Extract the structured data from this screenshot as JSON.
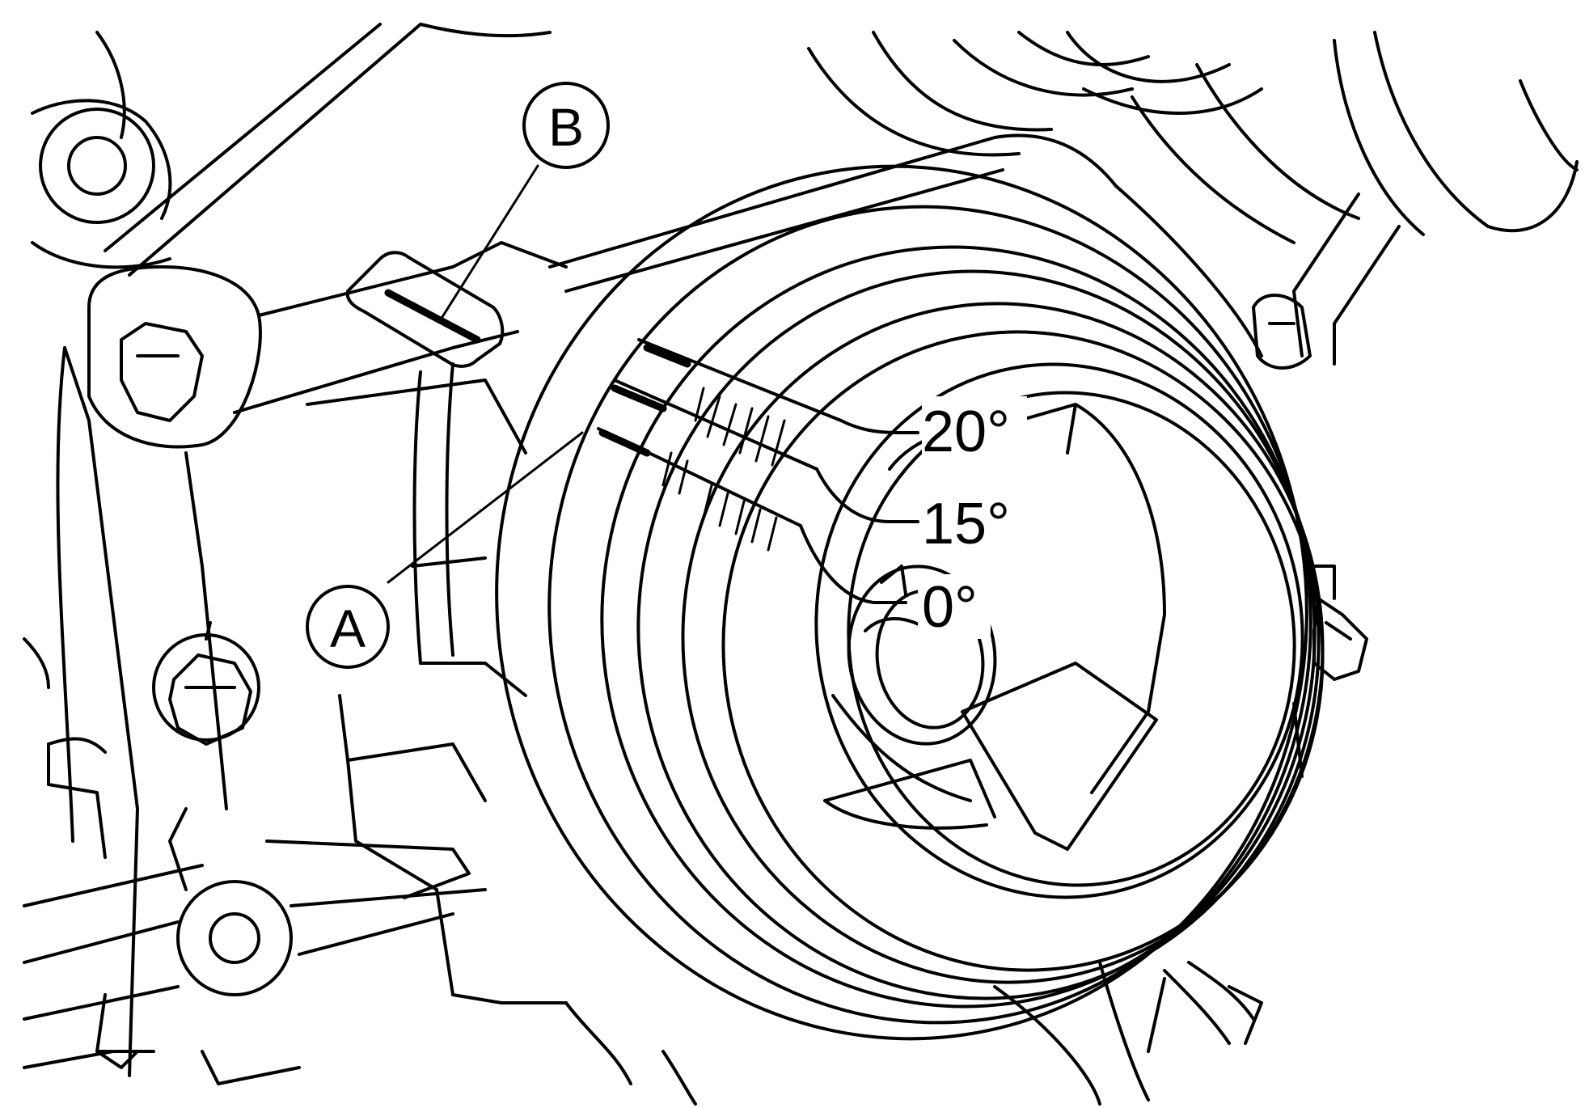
{
  "callouts": {
    "a": "A",
    "b": "B"
  },
  "scale_marks": {
    "mark_20": "20°",
    "mark_15": "15°",
    "mark_0": "0°"
  }
}
